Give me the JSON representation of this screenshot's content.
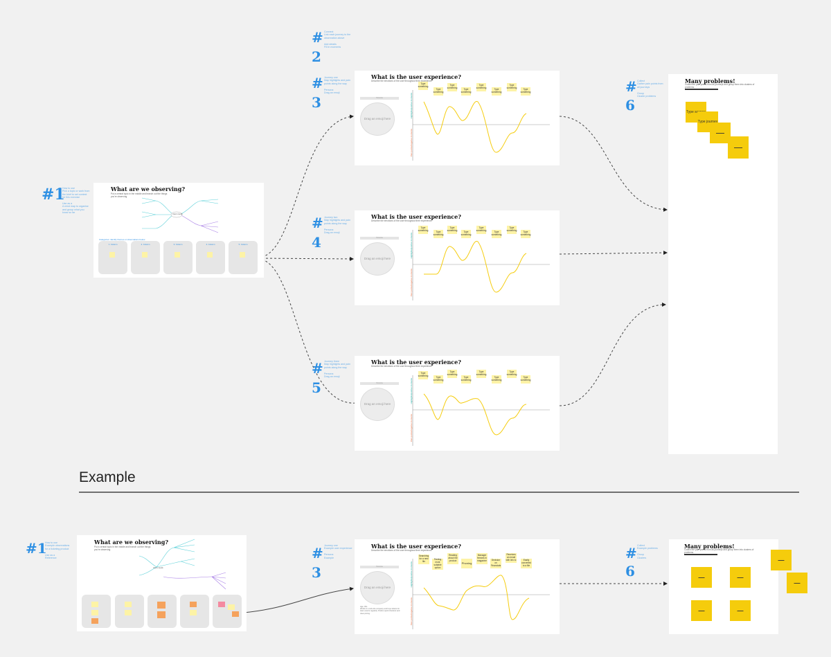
{
  "numbers": {
    "n1": "1",
    "n2": "2",
    "n3": "3",
    "n4": "4",
    "n5": "5",
    "n6": "6",
    "hash": "#"
  },
  "example_label": "Example",
  "observe": {
    "title": "What are we observing?",
    "center_node": "Users needs"
  },
  "journey": {
    "title": "What is the user experience?",
    "persona": "Drag an emoji here",
    "sticky": "Type something",
    "positive_label": "Highlights/positive moments",
    "negative_label": "Pain points/negative moments"
  },
  "problems": {
    "title": "Many problems!",
    "sticky1": "Type scenes",
    "sticky2": "Type journey"
  },
  "example_journey": {
    "persona": "Drag an emoji here",
    "stickies": [
      "Searching for a new file",
      "Finding most suitable option",
      "Reading about the product",
      "Phoning",
      "Manager freezes in magazine",
      "Decision on Financials",
      "Receives an email with link to",
      "Easily converted to a file"
    ]
  },
  "colors": {
    "accent": "#2d8fe3",
    "sticky_pale": "#fdf3a6",
    "sticky_yellow": "#f5cc0c",
    "background": "#f1f1f1"
  }
}
